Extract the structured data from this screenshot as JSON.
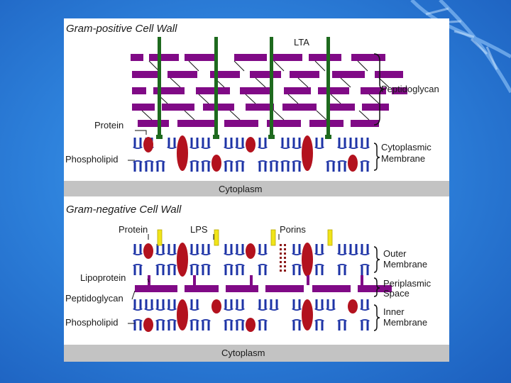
{
  "gram_positive": {
    "title": "Gram-positive Cell Wall",
    "labels": {
      "lta": "LTA",
      "peptidoglycan": "Peptidoglycan",
      "protein": "Protein",
      "phospholipid": "Phospholipid",
      "membrane_line1": "Cytoplasmic",
      "membrane_line2": "Membrane",
      "cytoplasm": "Cytoplasm"
    }
  },
  "gram_negative": {
    "title": "Gram-negative Cell Wall",
    "labels": {
      "protein": "Protein",
      "lps": "LPS",
      "porins": "Porins",
      "lipoprotein": "Lipoprotein",
      "peptidoglycan": "Peptidoglycan",
      "phospholipid": "Phospholipid",
      "outer_line1": "Outer",
      "outer_line2": "Membrane",
      "periplasmic_line1": "Periplasmic",
      "periplasmic_line2": "Space",
      "inner_line1": "Inner",
      "inner_line2": "Membrane",
      "cytoplasm": "Cytoplasm"
    }
  },
  "colors": {
    "phospholipid": "#1d33a6",
    "protein": "#b3121e",
    "peptidoglycan": "#800a86",
    "lta": "#1e6a1e",
    "lps": "#f0e419",
    "porin": "#8c1a1a",
    "cytoplasm_band": "#c3c3c3"
  }
}
